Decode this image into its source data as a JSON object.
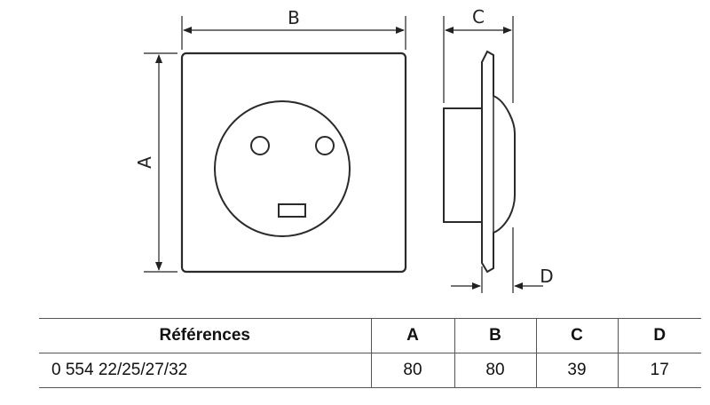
{
  "drawing": {
    "dim_labels": {
      "a": "A",
      "b": "B",
      "c": "C",
      "d": "D"
    }
  },
  "table": {
    "headers": [
      "Références",
      "A",
      "B",
      "C",
      "D"
    ],
    "rows": [
      [
        "0 554 22/25/27/32",
        "80",
        "80",
        "39",
        "17"
      ]
    ]
  }
}
